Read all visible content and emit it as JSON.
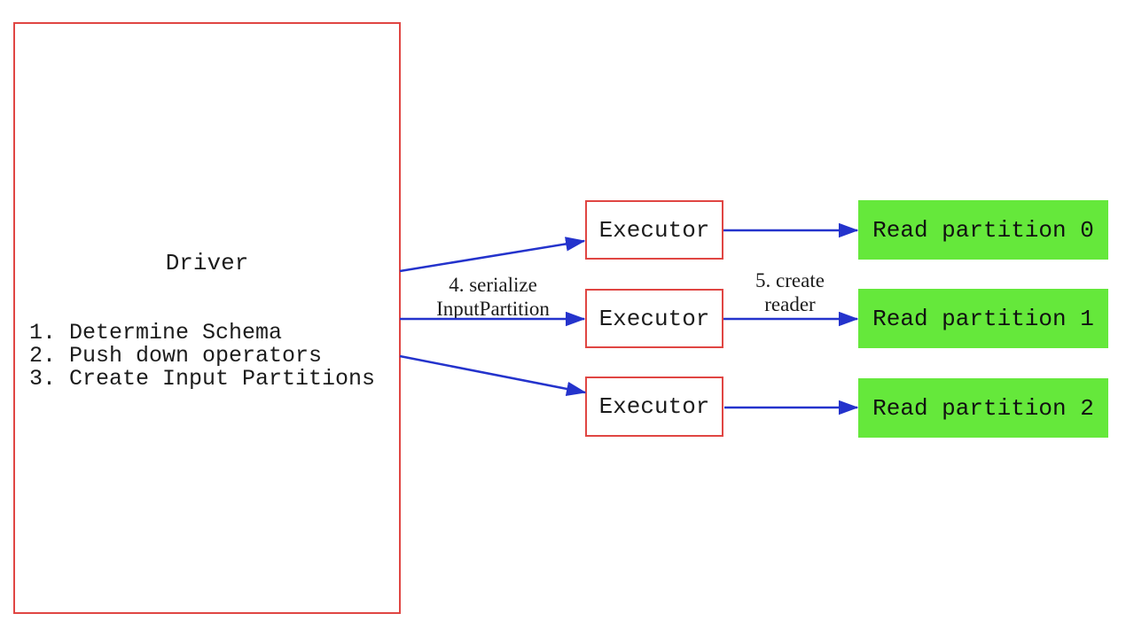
{
  "diagram": {
    "kind": "spark-datasource-read-flow",
    "background": "#ffffff"
  },
  "colors": {
    "node_border_red": "#e04643",
    "arrow_blue": "#2433cc",
    "partition_green": "#65e83b",
    "text_black": "#1c1c1c"
  },
  "driver": {
    "title": "Driver",
    "steps": [
      "1. Determine Schema",
      "2. Push down operators",
      "3. Create Input Partitions"
    ]
  },
  "executors": [
    {
      "label": "Executor"
    },
    {
      "label": "Executor"
    },
    {
      "label": "Executor"
    }
  ],
  "partitions": [
    {
      "label": "Read partition 0"
    },
    {
      "label": "Read partition 1"
    },
    {
      "label": "Read partition 2"
    }
  ],
  "edge_labels": {
    "serialize": {
      "line1": "4. serialize",
      "line2": "InputPartition"
    },
    "create_reader": {
      "line1": "5. create",
      "line2": "reader"
    }
  }
}
